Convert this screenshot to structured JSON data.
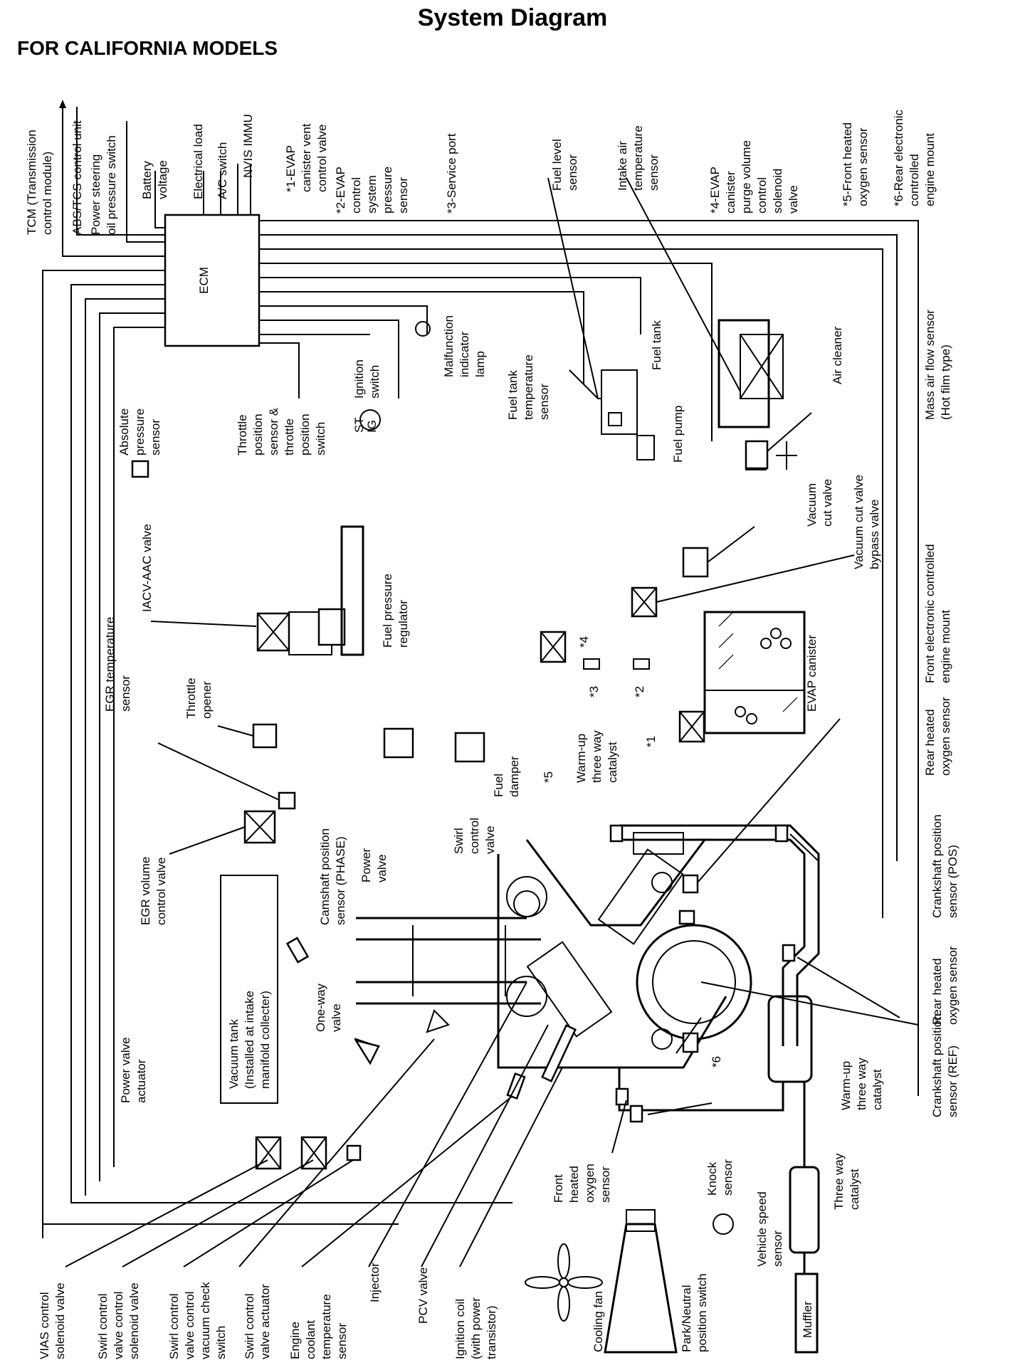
{
  "title": "System Diagram",
  "subtitle": "FOR CALIFORNIA MODELS",
  "ecm": "ECM",
  "top_labels": {
    "tcm": [
      "TCM (Transmission",
      "control module)"
    ],
    "abs": "ABS/TCS control unit",
    "ps": [
      "Power steering",
      "oil pressure switch"
    ],
    "battery": [
      "Battery",
      "voltage"
    ],
    "elec": "Electrical load",
    "ac": "A/C switch",
    "nvis": "NVIS IMMU",
    "evap1": [
      "*1-EVAP",
      "canister vent",
      "control valve"
    ],
    "evap2": [
      "*2-EVAP",
      "control",
      "system",
      "pressure",
      "sensor"
    ],
    "evap3": "*3-Service port",
    "fuel_level": [
      "Fuel level",
      "sensor"
    ],
    "intake_temp": [
      "Intake air",
      "temperature",
      "sensor"
    ],
    "evap4": [
      "*4-EVAP",
      "canister",
      "purge volume",
      "control",
      "solenoid",
      "valve"
    ],
    "o2_front": [
      "*5-Front heated",
      "oxygen sensor"
    ],
    "mount_rear": [
      "*6-Rear electronic",
      "controlled",
      "engine mount"
    ]
  },
  "labels": {
    "mil": [
      "Malfunction",
      "indicator",
      "lamp"
    ],
    "fuel_tank": "Fuel tank",
    "ign_switch": [
      "Ignition",
      "switch"
    ],
    "tps": [
      "Throttle",
      "position",
      "sensor &",
      "throttle",
      "position",
      "switch"
    ],
    "fuel_tank_temp": [
      "Fuel tank",
      "temperature",
      "sensor"
    ],
    "fuel_pump": "Fuel pump",
    "air_cleaner": "Air cleaner",
    "maf": [
      "Mass air flow sensor",
      "(Hot film type)"
    ],
    "abs_press": [
      "Absolute",
      "pressure",
      "sensor"
    ],
    "vac_cut": [
      "Vacuum",
      "cut valve"
    ],
    "vac_cut_bypass": [
      "Vacuum cut valve",
      "bypass valve"
    ],
    "iacv": "IACV-AAC valve",
    "fpr": [
      "Fuel pressure",
      "regulator"
    ],
    "front_mount": [
      "Front electronic controlled",
      "engine mount"
    ],
    "evap_canister": "EVAP canister",
    "egr_temp": [
      "EGR temperature",
      "sensor"
    ],
    "throttle_opener": [
      "Throttle",
      "opener"
    ],
    "fuel_damper": [
      "Fuel",
      "damper"
    ],
    "warmup_cat_top": [
      "Warm-up",
      "three way",
      "catalyst"
    ],
    "rear_o2_top": [
      "Rear heated",
      "oxygen sensor"
    ],
    "swirl_valve": [
      "Swirl",
      "control",
      "valve"
    ],
    "cam_sensor": [
      "Camshaft position",
      "sensor (PHASE)"
    ],
    "power_valve": [
      "Power",
      "valve"
    ],
    "egr_vol": [
      "EGR volume",
      "control valve"
    ],
    "crank_pos": [
      "Crankshaft position",
      "sensor (POS)"
    ],
    "vac_tank": [
      "Vacuum tank",
      "(Installed at intake",
      "manifold collecter)"
    ],
    "one_way": [
      "One-way",
      "valve"
    ],
    "rear_o2_bottom": [
      "Rear heated",
      "oxygen sensor"
    ],
    "power_actuator": [
      "Power valve",
      "actuator"
    ],
    "crank_ref": [
      "Crankshaft position",
      "sensor (REF)"
    ],
    "warmup_cat_bottom": [
      "Warm-up",
      "three way",
      "catalyst"
    ],
    "front_o2_bottom": [
      "Front",
      "heated",
      "oxygen",
      "sensor"
    ],
    "knock": [
      "Knock",
      "sensor"
    ],
    "three_way": [
      "Three way",
      "catalyst"
    ],
    "vss": [
      "Vehicle speed",
      "sensor"
    ],
    "park_neutral": [
      "Park/Neutral",
      "position switch"
    ],
    "cooling_fan": "Cooling fan",
    "muffler": "Muffler",
    "ig": "IG",
    "st": "ST",
    "star1": "*1",
    "star2": "*2",
    "star3": "*3",
    "star4": "*4",
    "star5": "*5",
    "star6": "*6"
  },
  "bottom_labels": {
    "vias": [
      "VIAS control",
      "solenoid valve"
    ],
    "swirl_sol": [
      "Swirl control",
      "valve control",
      "solenoid valve"
    ],
    "swirl_check": [
      "Swirl control",
      "valve control",
      "vacuum check",
      "switch"
    ],
    "swirl_act": [
      "Swirl control",
      "valve actuator"
    ],
    "coolant": [
      "Engine",
      "coolant",
      "temperature",
      "sensor"
    ],
    "injector": "Injector",
    "pcv": "PCV valve",
    "ign_coil": [
      "Ignition coil",
      "(with power",
      "transistor)"
    ]
  }
}
